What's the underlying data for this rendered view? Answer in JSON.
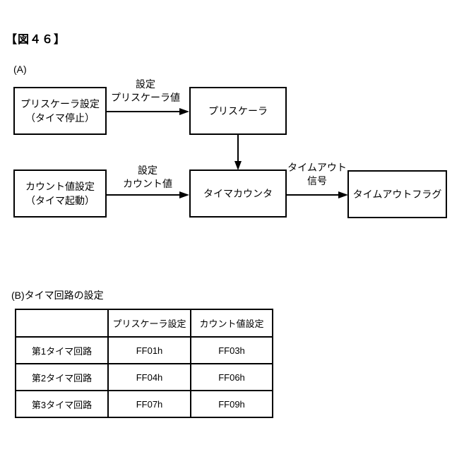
{
  "title": "【図４６】",
  "colors": {
    "line": "#000000",
    "background": "#ffffff"
  },
  "diagram_a": {
    "label": "(A)",
    "boxes": {
      "prescaler_setting": {
        "line1": "プリスケーラ設定",
        "line2": "（タイマ停止）"
      },
      "prescaler": {
        "label": "プリスケーラ"
      },
      "count_setting": {
        "line1": "カウント値設定",
        "line2": "（タイマ起動）"
      },
      "timer_counter": {
        "label": "タイマカウンタ"
      },
      "timeout_flag": {
        "label": "タイムアウトフラグ"
      }
    },
    "arrow_labels": {
      "set_prescaler": {
        "line1": "設定",
        "line2": "プリスケーラ値"
      },
      "set_count": {
        "line1": "設定",
        "line2": "カウント値"
      },
      "timeout_signal": {
        "line1": "タイムアウト",
        "line2": "信号"
      }
    }
  },
  "section_b": {
    "label": "(B)タイマ回路の設定",
    "table": {
      "headers": [
        "",
        "プリスケーラ設定",
        "カウント値設定"
      ],
      "rows": [
        {
          "name": "第1タイマ回路",
          "prescaler": "FF01h",
          "count": "FF03h"
        },
        {
          "name": "第2タイマ回路",
          "prescaler": "FF04h",
          "count": "FF06h"
        },
        {
          "name": "第3タイマ回路",
          "prescaler": "FF07h",
          "count": "FF09h"
        }
      ]
    }
  }
}
